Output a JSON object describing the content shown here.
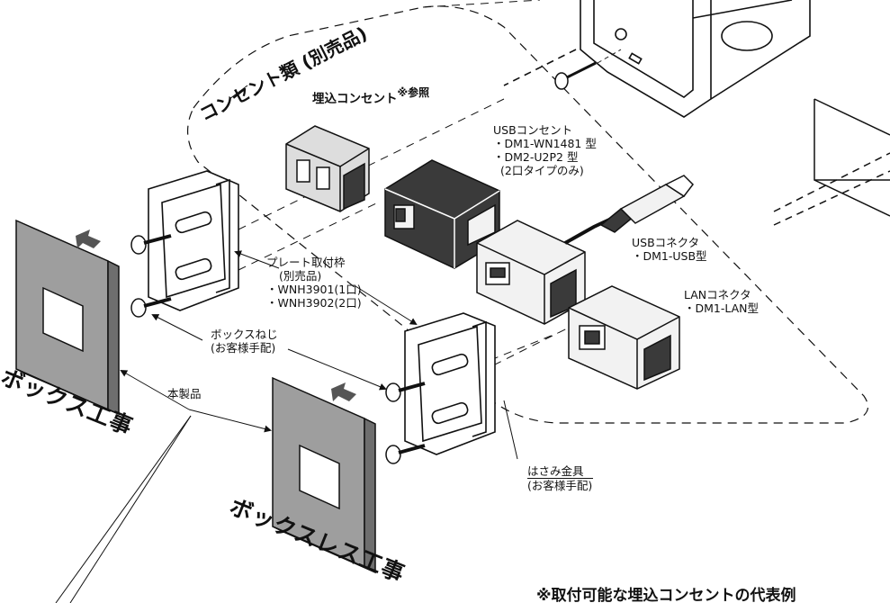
{
  "labels": {
    "outlets_group": "コンセント類 (別売品)",
    "embedded_outlet": "埋込コンセント",
    "see_note": "※参照",
    "usb_outlet_title": "USBコンセント",
    "usb_outlet_model1": "・DM1-WN1481 型",
    "usb_outlet_model2": "・DM2-U2P2 型",
    "usb_outlet_note": "(2口タイプのみ)",
    "usb_connector_title": "USBコネクタ",
    "usb_connector_model": "・DM1-USB型",
    "lan_connector_title": "LANコネクタ",
    "lan_connector_model": "・DM1-LAN型",
    "plate_frame_title": "プレート取付枠",
    "plate_frame_sold_separately": "(別売品)",
    "plate_frame_model1": "・WNH3901(1口)",
    "plate_frame_model2": "・WNH3902(2口)",
    "box_screw_title": "ボックスねじ",
    "box_screw_note": "(お客様手配)",
    "this_product": "本製品",
    "box_work": "ボックス工事",
    "boxless_work": "ボックスレス工事",
    "clip_title": "はさみ金具",
    "clip_note": "(お客様手配)",
    "footnote": "※取付可能な埋込コンセントの代表例"
  },
  "colors": {
    "line": "#111111",
    "plate_face": "#9e9e9e",
    "plate_edge": "#6e6e6e",
    "component_dark": "#3a3a3a",
    "component_light": "#f2f2f2"
  }
}
